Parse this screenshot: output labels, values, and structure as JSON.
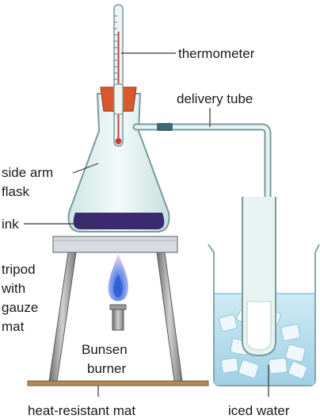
{
  "labels": {
    "thermometer": "thermometer",
    "delivery_tube": "delivery tube",
    "side_arm_flask_1": "side arm",
    "side_arm_flask_2": "flask",
    "ink": "ink",
    "tripod_1": "tripod",
    "tripod_2": "with",
    "tripod_3": "gauze",
    "tripod_4": "mat",
    "bunsen_1": "Bunsen",
    "bunsen_2": "burner",
    "heat_resistant_mat": "heat-resistant mat",
    "iced_water": "iced water"
  },
  "colors": {
    "stopper": "#d9582b",
    "ink": "#3a2a6e",
    "glass": "#e3f2f0",
    "glass_outline": "#8aa6a8",
    "water": "#bfe3ef",
    "ice": "#eef8fc",
    "mat": "#b08a5a",
    "tripod": "#8a8a8a",
    "flame_outer": "#9bb8f0",
    "flame_inner": "#2f5fd0"
  }
}
